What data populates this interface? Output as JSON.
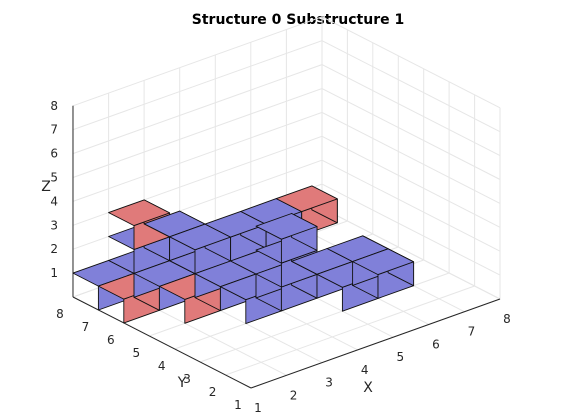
{
  "chart_data": {
    "type": "voxel-3d",
    "title": "Structure 0 Substructure 1",
    "xlabel": "X",
    "ylabel": "Y",
    "zlabel": "Z",
    "xlim": [
      1,
      8
    ],
    "ylim": [
      1,
      8
    ],
    "zlim": [
      0,
      8
    ],
    "x_ticks": [
      1,
      2,
      3,
      4,
      5,
      6,
      7,
      8
    ],
    "y_ticks": [
      1,
      2,
      3,
      4,
      5,
      6,
      7,
      8
    ],
    "z_ticks": [
      1,
      2,
      3,
      4,
      5,
      6,
      7,
      8
    ],
    "grid": true,
    "colors": {
      "blue": "#8080d9",
      "red": "#e07a7a"
    },
    "voxels": [
      {
        "x": 1,
        "y": 6,
        "z": 0,
        "color": "red"
      },
      {
        "x": 1,
        "y": 7,
        "z": 0,
        "color": "blue"
      },
      {
        "x": 2,
        "y": 5,
        "z": 0,
        "color": "red"
      },
      {
        "x": 2,
        "y": 6,
        "z": 0,
        "color": "blue"
      },
      {
        "x": 2,
        "y": 7,
        "z": 0,
        "color": "blue"
      },
      {
        "x": 2,
        "y": 7,
        "z": 1,
        "color": "blue"
      },
      {
        "x": 2,
        "y": 7,
        "z": 2,
        "color": "red"
      },
      {
        "x": 3,
        "y": 4,
        "z": 0,
        "color": "blue"
      },
      {
        "x": 3,
        "y": 5,
        "z": 0,
        "color": "blue"
      },
      {
        "x": 3,
        "y": 6,
        "z": 0,
        "color": "blue"
      },
      {
        "x": 3,
        "y": 6,
        "z": 1,
        "color": "blue"
      },
      {
        "x": 3,
        "y": 7,
        "z": 1,
        "color": "blue"
      },
      {
        "x": 4,
        "y": 4,
        "z": 0,
        "color": "blue"
      },
      {
        "x": 4,
        "y": 4,
        "z": 1,
        "color": "blue"
      },
      {
        "x": 4,
        "y": 4,
        "z": 2,
        "color": "blue"
      },
      {
        "x": 4,
        "y": 5,
        "z": 0,
        "color": "blue"
      },
      {
        "x": 4,
        "y": 6,
        "z": 1,
        "color": "blue"
      },
      {
        "x": 5,
        "y": 3,
        "z": 0,
        "color": "blue"
      },
      {
        "x": 5,
        "y": 4,
        "z": 0,
        "color": "blue"
      },
      {
        "x": 5,
        "y": 6,
        "z": 1,
        "color": "blue"
      },
      {
        "x": 6,
        "y": 3,
        "z": 0,
        "color": "blue"
      },
      {
        "x": 6,
        "y": 4,
        "z": 0,
        "color": "blue"
      },
      {
        "x": 6,
        "y": 6,
        "z": 1,
        "color": "red"
      }
    ]
  }
}
